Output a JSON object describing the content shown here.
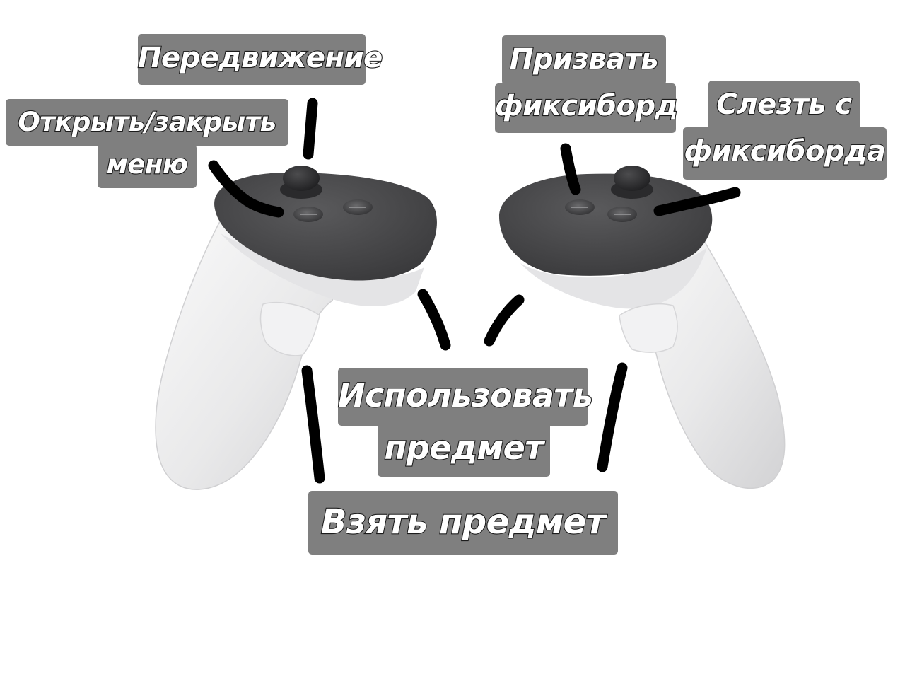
{
  "labels": {
    "locomotion": "Передвижение",
    "menu_line1": "Открыть/закрыть",
    "menu_line2": "меню",
    "summon_line1": "Призвать",
    "summon_line2": "фиксиборд",
    "dismount_line1": "Слезть с",
    "dismount_line2": "фиксиборда",
    "use_line1": "Использовать",
    "use_line2": "предмет",
    "grab": "Взять предмет"
  },
  "colors": {
    "label_background": "#7f7f7f",
    "label_text": "#ffffff",
    "label_outline": "#1c1c1c",
    "pointer_stroke": "#000000",
    "controller_body": "#ececec",
    "controller_face": "#4a4a4c"
  },
  "icons": [
    "left-controller",
    "right-controller",
    "thumbstick",
    "face-button",
    "trigger",
    "grip"
  ]
}
